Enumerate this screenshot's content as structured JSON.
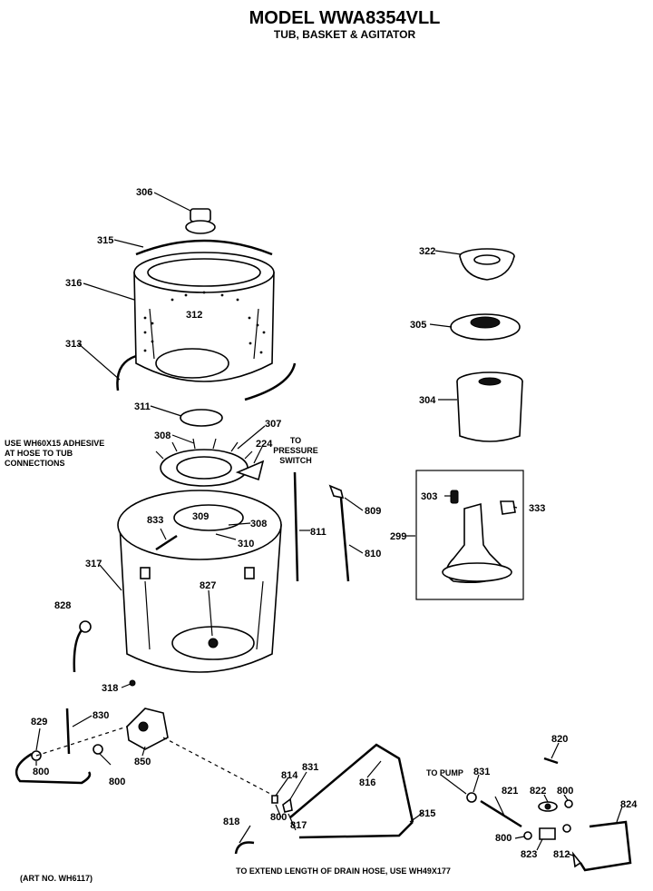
{
  "header": {
    "model": "MODEL WWA8354VLL",
    "subtitle": "TUB, BASKET & AGITATOR"
  },
  "notes": {
    "adhesive": [
      "USE WH60X15 ADHESIVE",
      "AT HOSE TO TUB",
      "CONNECTIONS"
    ],
    "pressure_switch": [
      "TO",
      "PRESSURE",
      "SWITCH"
    ],
    "to_pump": "TO PUMP",
    "drain_hose": "TO EXTEND LENGTH OF DRAIN HOSE, USE WH49X177",
    "art_no": "(ART NO. WH6117)"
  },
  "callouts": {
    "p306": "306",
    "p315": "315",
    "p316": "316",
    "p312": "312",
    "p313": "313",
    "p322": "322",
    "p305": "305",
    "p304": "304",
    "p311": "311",
    "p308a": "308",
    "p307": "307",
    "p224": "224",
    "p833": "833",
    "p309": "309",
    "p308b": "308",
    "p310": "310",
    "p317": "317",
    "p827": "827",
    "p828": "828",
    "p811": "811",
    "p809": "809",
    "p810": "810",
    "p303": "303",
    "p333": "333",
    "p299": "299",
    "p318": "318",
    "p829": "829",
    "p830": "830",
    "p800a": "800",
    "p800b": "800",
    "p850": "850",
    "p814": "814",
    "p831a": "831",
    "p816": "816",
    "p815": "815",
    "p800c": "800",
    "p817": "817",
    "p818": "818",
    "p820": "820",
    "p831b": "831",
    "p821": "821",
    "p822": "822",
    "p800d": "800",
    "p824": "824",
    "p800e": "800",
    "p823": "823",
    "p812": "812"
  }
}
